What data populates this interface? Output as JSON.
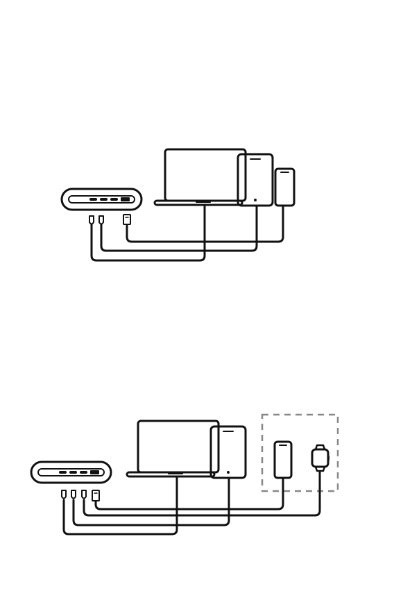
{
  "colors": {
    "background": "#ffffff",
    "line": "#111111",
    "dashed_frame": "#888888"
  },
  "diagrams": [
    {
      "id": "top",
      "devices": [
        "power-bank",
        "laptop",
        "tablet",
        "phone"
      ],
      "power_bank_ports": [
        "usb-c",
        "usb-c",
        "usb-c",
        "usb-a"
      ],
      "connections": [
        {
          "from_port": "usb-c",
          "to": "laptop"
        },
        {
          "from_port": "usb-c",
          "to": "tablet"
        },
        {
          "from_port": "usb-a",
          "to": "phone"
        }
      ]
    },
    {
      "id": "bottom",
      "devices": [
        "power-bank",
        "laptop",
        "tablet",
        "phone",
        "smartwatch"
      ],
      "power_bank_ports": [
        "usb-c",
        "usb-c",
        "usb-c",
        "usb-a"
      ],
      "grouped_devices": [
        "phone",
        "smartwatch"
      ],
      "connections": [
        {
          "from_port": "usb-c",
          "to": "laptop"
        },
        {
          "from_port": "usb-c",
          "to": "tablet"
        },
        {
          "from_port": "usb-c",
          "to": "smartwatch"
        },
        {
          "from_port": "usb-a",
          "to": "phone"
        }
      ]
    }
  ]
}
